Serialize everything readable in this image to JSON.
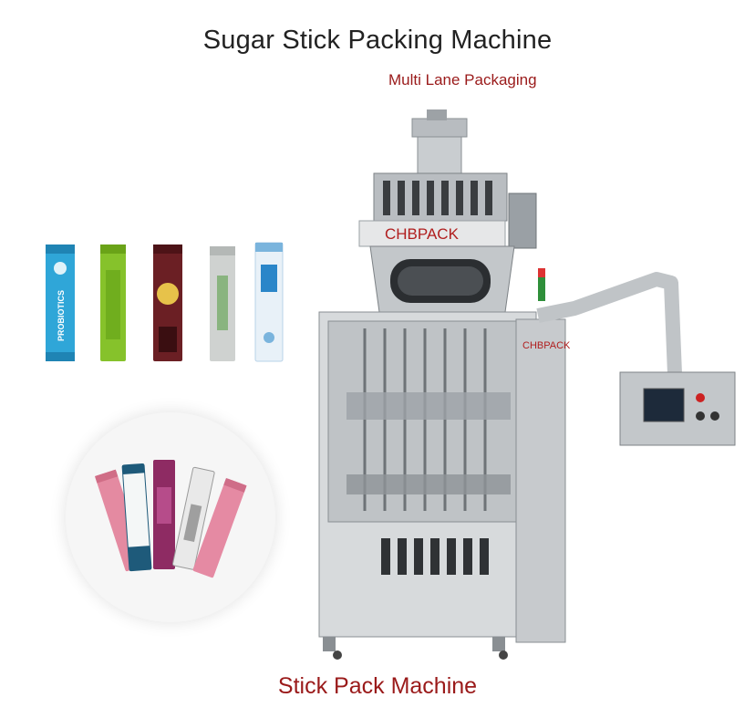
{
  "header": {
    "title": "Sugar Stick Packing Machine",
    "subtitle": "Multi Lane Packaging"
  },
  "machine": {
    "brand_top": "CHBPACK",
    "brand_side": "CHBPACK"
  },
  "footer": {
    "caption": "Stick Pack Machine"
  },
  "sachets_top": {
    "labels": [
      "PROBIOTICS"
    ],
    "colors": [
      "#2fa6d8",
      "#86c22b",
      "#6b1f24",
      "#cfd2d0",
      "#e8f1f8"
    ]
  },
  "sachets_circle": {
    "colors": [
      "#e48aa1",
      "#1e5a7a",
      "#8e2b63",
      "#e9e9e9",
      "#e58aa3"
    ]
  }
}
